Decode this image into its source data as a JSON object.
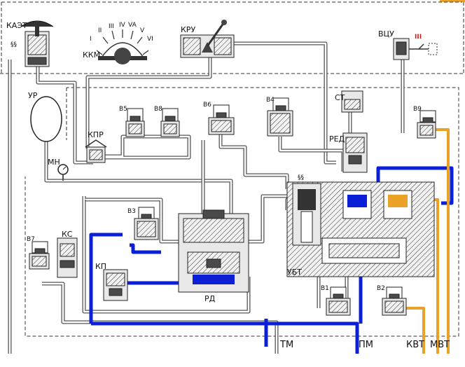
{
  "colors": {
    "brake_pipe": "#0a1fd6",
    "auxiliary": "#e9a126",
    "red_mark": "#d81a1a"
  },
  "labels": {
    "kaet": "КАЭТ",
    "kkm": "ККМ",
    "kru": "КРУ",
    "vtsu": "ВЦУ",
    "ur": "УР",
    "kpr": "КПР",
    "mn": "МН",
    "v5": "В5",
    "v8": "В8",
    "v6": "В6",
    "v4": "В4",
    "st": "СТ",
    "red": "РЕД",
    "v9": "В9",
    "v3": "В3",
    "v7": "В7",
    "ks": "КС",
    "kp": "КП",
    "rd": "РД",
    "ubt": "УБТ",
    "v1": "В1",
    "v2": "В2",
    "tm": "ТМ",
    "pm": "ПМ",
    "kvt": "КВТ",
    "mvt": "МВТ",
    "vtsu_mark": "III",
    "kkm_positions": [
      "I",
      "II",
      "III",
      "IV",
      "VA",
      "V",
      "VI"
    ]
  }
}
